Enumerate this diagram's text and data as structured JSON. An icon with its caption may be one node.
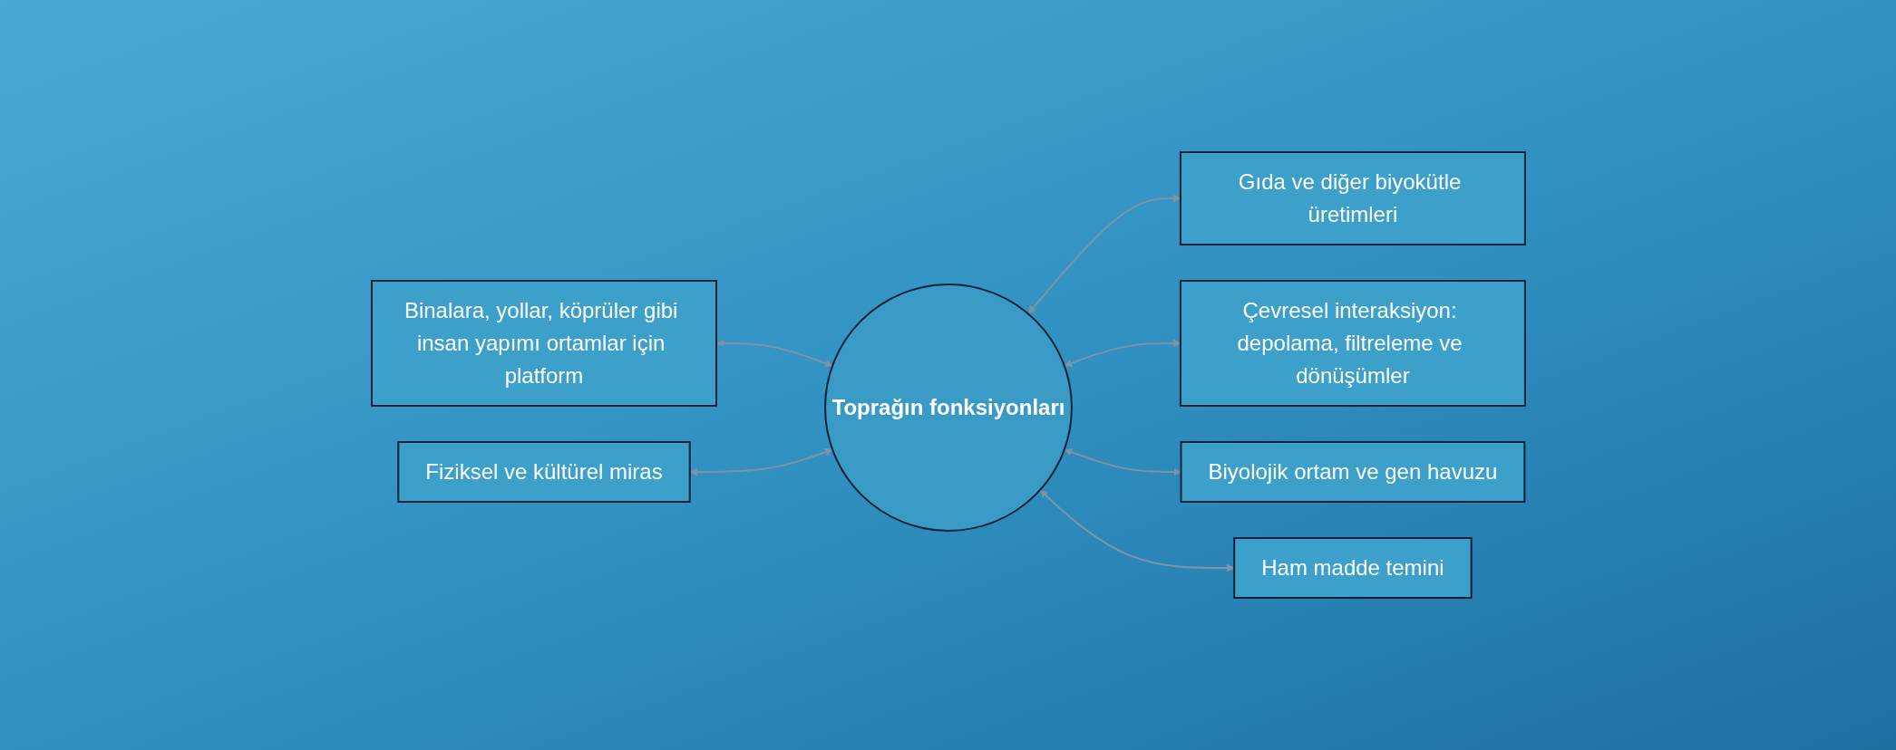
{
  "diagram": {
    "nodes": [
      {
        "text": [
          "Gıda ve diğer biyokütle üretimleri"
        ]
      },
      {
        "text": [
          "Binalara, yollar, köprüler gibi insan yapımı ortamlar için platform"
        ]
      },
      {
        "text": [
          "Çevresel interaksiyon: depolama, filtreleme ve dönüşümler"
        ]
      },
      {
        "text": [
          "Toprağın fonksiyonları"
        ]
      },
      {
        "text": [
          "Fiziksel ve kültürel miras"
        ]
      },
      {
        "text": [
          "Biyolojik ortam ve gen havuzu"
        ]
      },
      {
        "text": [
          "Ham madde temini"
        ]
      }
    ],
    "edges": [
      {
        "from": 3,
        "to": 0,
        "arrow": "both"
      },
      {
        "from": 1,
        "to": 3,
        "arrow": "both"
      },
      {
        "from": 3,
        "to": 2,
        "arrow": "both"
      },
      {
        "from": 4,
        "to": 3,
        "arrow": "both"
      },
      {
        "from": 3,
        "to": 5,
        "arrow": "both"
      },
      {
        "from": 3,
        "to": 6,
        "arrow": "both"
      }
    ]
  }
}
